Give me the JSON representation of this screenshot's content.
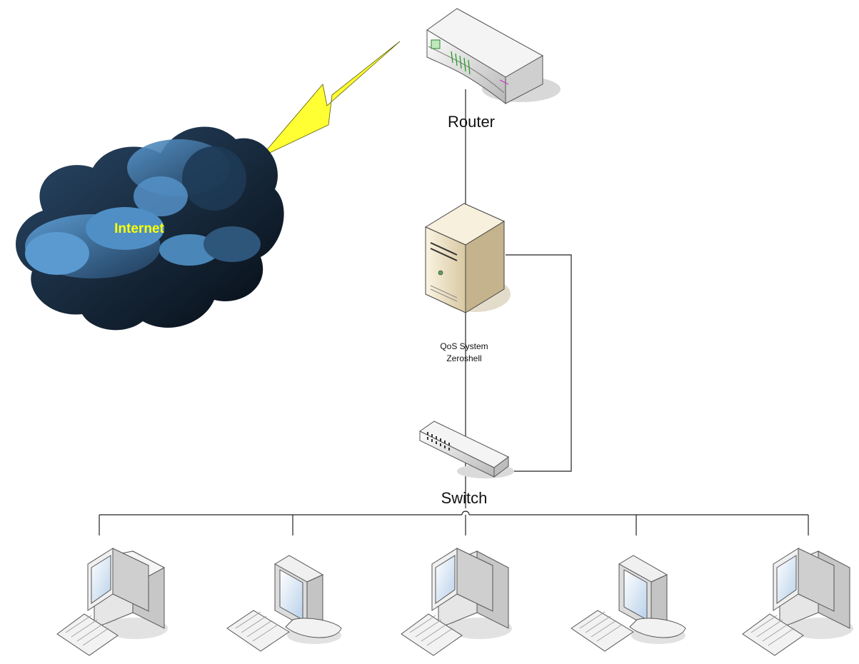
{
  "nodes": {
    "router": {
      "label": "Router"
    },
    "qos_system": {
      "label_line1": "QoS System",
      "label_line2": "Zeroshell"
    },
    "switch": {
      "label": "Switch"
    },
    "internet": {
      "label": "Internet"
    },
    "clients": [
      {
        "type": "tower-pc"
      },
      {
        "type": "flat-monitor"
      },
      {
        "type": "tower-pc"
      },
      {
        "type": "flat-monitor"
      },
      {
        "type": "tower-pc"
      }
    ]
  },
  "colors": {
    "line": "#222222",
    "cloud_dark": "#0b1520",
    "cloud_light": "#4a86b8",
    "lightning": "#ffff33",
    "internet_label": "#ffff00"
  }
}
